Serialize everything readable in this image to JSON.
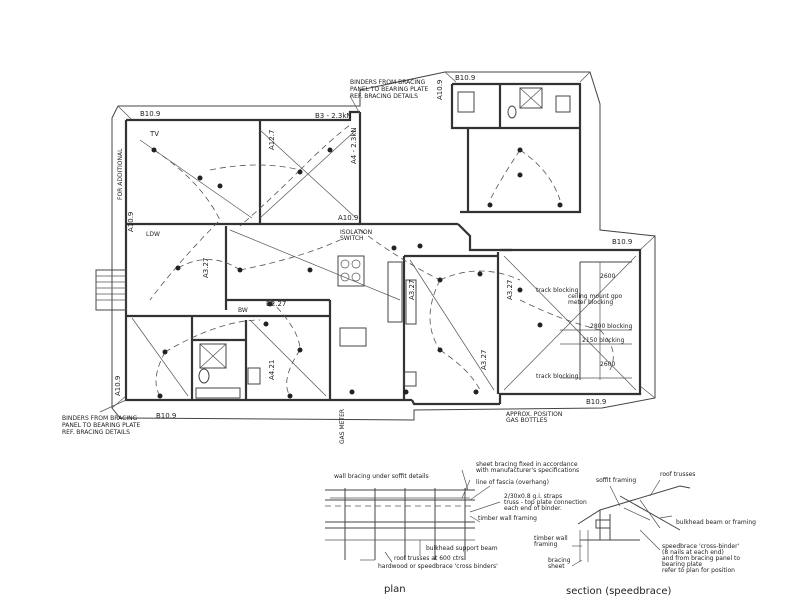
{
  "plan_labels": {
    "binders_top": [
      "BINDERS FROM BRACING",
      "PANEL TO BEARING PLATE",
      "REF. BRACING DETAILS"
    ],
    "binders_bottom": [
      "BINDERS FROM BRACING",
      "PANEL TO BEARING PLATE",
      "REF. BRACING DETAILS"
    ],
    "b109_top": "B10.9",
    "b327_top": "B3 - 2.3kN",
    "a127_left": "A12.7",
    "a4_23": "A4 - 2.3kN",
    "b109_right_top": "B10.9",
    "a109_top": "A10.9",
    "a109_left": "A10.9",
    "a109_bottom": "A10.9",
    "a109_mid": "A10.9",
    "tv": "TV",
    "lndry": "LDW",
    "isolation": [
      "ISOLATION",
      "SWITCH"
    ],
    "a327_bed": "A3.27",
    "b227": "B2.27",
    "a327_kitchen": "A3.27",
    "a327_living": "A3.27",
    "a327_right": "A3.27",
    "a421": "A4.21",
    "b109_bottom": "B10.9",
    "b109_right": "B10.9",
    "b109_bottom_right": "B10.9",
    "bw": "BW",
    "approx_gas": [
      "APPROX. POSITION",
      "GAS BOTTLES"
    ],
    "track_blocking_top": "track blocking",
    "track_blocking_bottom": "track blocking",
    "ceiling_mount": [
      "ceiling mount gpo",
      "meter blocking"
    ],
    "blocking_2800": "2800 blocking",
    "blocking_2150": "2150 blocking",
    "dim_2600": "2600",
    "dim_2600b": "2600",
    "gas_meter": "GAS METER",
    "rf_label": "FOR ADDITIONAL"
  },
  "detail_labels": {
    "wall_bracing": "wall bracing under soffit details",
    "sheet_bracing": [
      "sheet bracing fixed in accordance",
      "with manufacturer's specifications"
    ],
    "line_fascia": "line of fascia (overhang)",
    "straps": [
      "2/30x0.8 g.i. straps",
      "truss - top plate connection",
      "each end of binder."
    ],
    "timber_wall": "timber wall framing",
    "bulkhead_support": "bulkhead support beam",
    "roof_trusses_plan": "roof trusses at 600 ctrs.",
    "hardwood": "hardwood or speedbrace 'cross binders'",
    "soffit_framing": "soffit framing",
    "roof_trusses": "roof trusses",
    "bulkhead_beam": "bulkhead beam or framing",
    "timber_wall_section": [
      "timber wall",
      "framing"
    ],
    "bracing_sheet": [
      "bracing",
      "sheet"
    ],
    "speedbrace_note": [
      "speedbrace 'cross-binder'",
      "(8 nails at each end)",
      "and from bracing panel to",
      "bearing plate",
      "refer to plan for position"
    ],
    "caption_plan": "plan",
    "caption_section": "section (speedbrace)"
  }
}
